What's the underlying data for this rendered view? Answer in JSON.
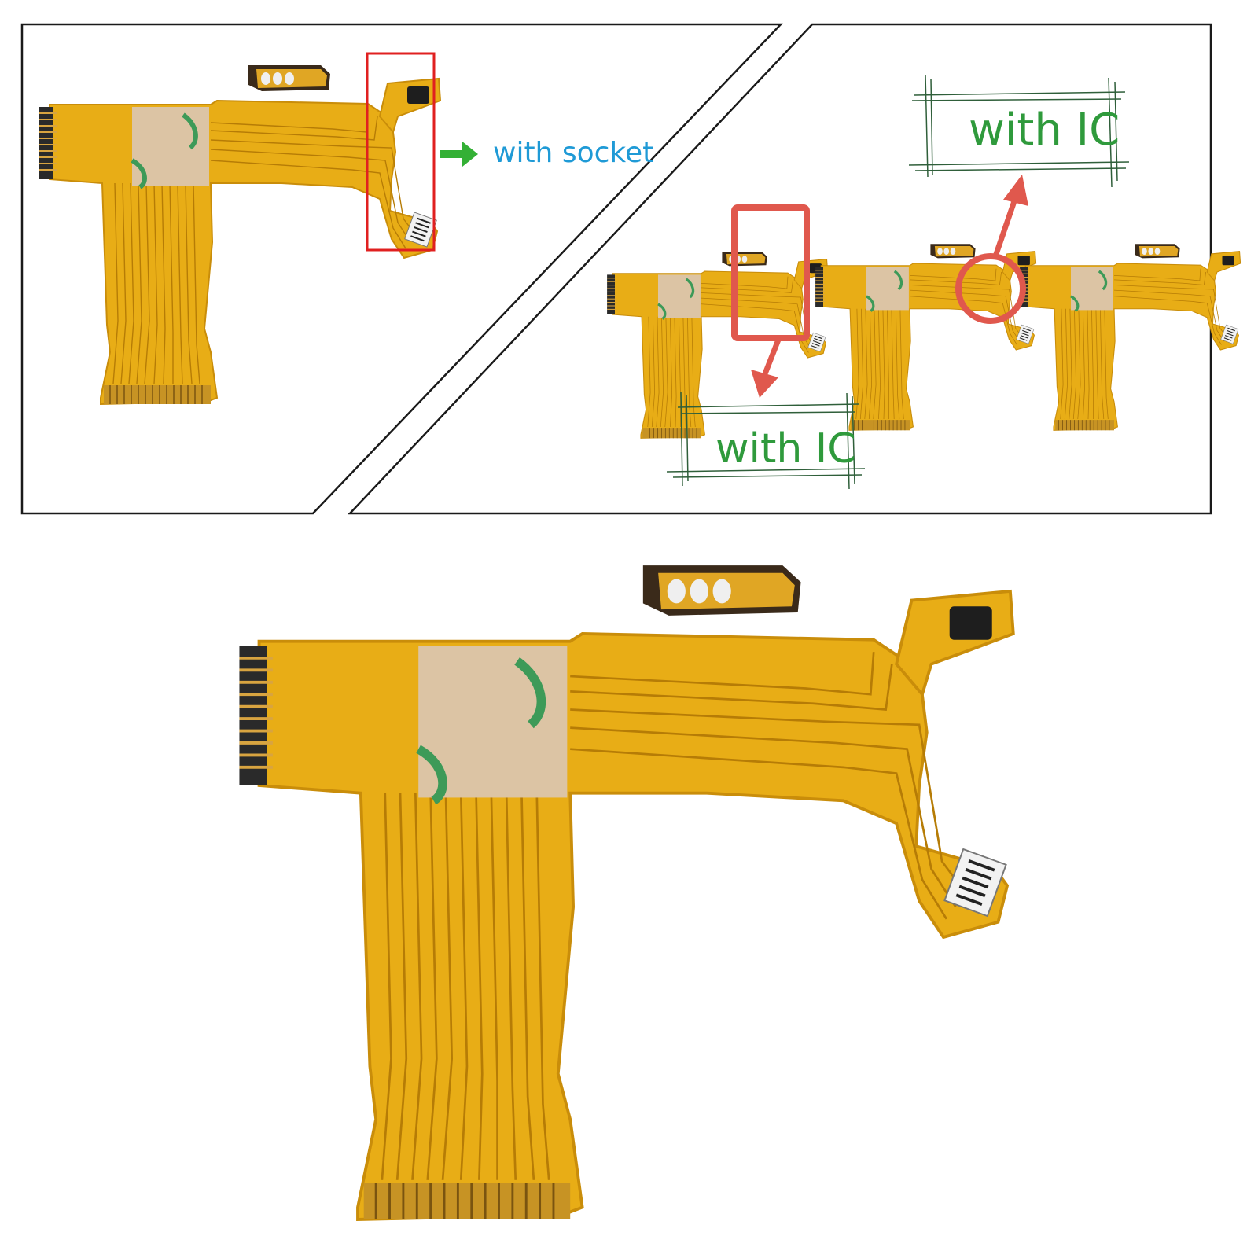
{
  "callouts": {
    "with_socket": "with socket",
    "with_ic_right": "with IC",
    "with_ic_left": "with IC"
  },
  "colors": {
    "background": "#ffffff",
    "panel_border": "#1a1a1a",
    "flex_cable": "#e8ad16",
    "flex_cable_dark": "#c98d0a",
    "trace": "#b67c06",
    "adhesive_patch": "#dcc4a4",
    "adhesive_mark": "#3d9a58",
    "socket_highlight_box": "#e02020",
    "socket_arrow": "#33b035",
    "socket_label": "#1f9ad6",
    "ic_highlight": "#e0584d",
    "ic_label": "#2f9a3c",
    "ic_frame_lines": "#2f5f3a",
    "connector_black": "#1e1e1e",
    "connector_white": "#f2f2f2"
  }
}
